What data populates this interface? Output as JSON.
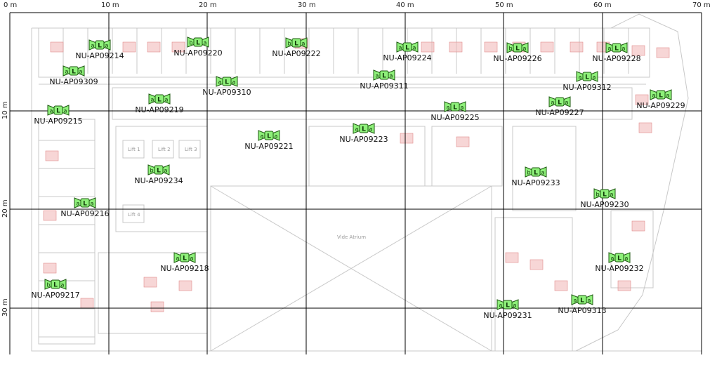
{
  "map": {
    "x_axis": [
      "0 m",
      "10 m",
      "20 m",
      "30 m",
      "40 m",
      "50 m",
      "60 m",
      "70 m"
    ],
    "y_axis": [
      "10 m",
      "20 m",
      "30 m"
    ],
    "plan_text": [
      "Lift 1",
      "Lift 2",
      "Lift 3",
      "Lift 4",
      "Vide Atrium"
    ],
    "colors": {
      "grid": "#000000",
      "ap_fill": "#8ef07a",
      "ap_stroke": "#1f5a12",
      "plan": "#c8c8c8",
      "plan_room": "#f0b4b4"
    }
  },
  "access_points": [
    {
      "name": "NU-AP09214",
      "radio": "aLa"
    },
    {
      "name": "NU-AP09220",
      "radio": "bLa"
    },
    {
      "name": "NU-AP09222",
      "radio": "bLa"
    },
    {
      "name": "NU-AP09224",
      "radio": "aLa"
    },
    {
      "name": "NU-AP09226",
      "radio": "bLa"
    },
    {
      "name": "NU-AP09228",
      "radio": "aLa"
    },
    {
      "name": "NU-AP09309",
      "radio": "aLa"
    },
    {
      "name": "NU-AP09310",
      "radio": "aLa"
    },
    {
      "name": "NU-AP09311",
      "radio": "aLa"
    },
    {
      "name": "NU-AP09312",
      "radio": "aLa"
    },
    {
      "name": "NU-AP09219",
      "radio": "aLa"
    },
    {
      "name": "NU-AP09229",
      "radio": "aLa"
    },
    {
      "name": "NU-AP09215",
      "radio": "aLa"
    },
    {
      "name": "NU-AP09225",
      "radio": "aLa"
    },
    {
      "name": "NU-AP09227",
      "radio": "aLa"
    },
    {
      "name": "NU-AP09221",
      "radio": "aLa"
    },
    {
      "name": "NU-AP09223",
      "radio": "aLa"
    },
    {
      "name": "NU-AP09234",
      "radio": "bLa"
    },
    {
      "name": "NU-AP09233",
      "radio": "bLa"
    },
    {
      "name": "NU-AP09216",
      "radio": "aLa"
    },
    {
      "name": "NU-AP09230",
      "radio": "bLa"
    },
    {
      "name": "NU-AP09218",
      "radio": "aLa"
    },
    {
      "name": "NU-AP09232",
      "radio": "aLa"
    },
    {
      "name": "NU-AP09217",
      "radio": "bLa"
    },
    {
      "name": "NU-AP09231",
      "radio": "aLa"
    },
    {
      "name": "NU-AP09313",
      "radio": "aLa"
    }
  ]
}
